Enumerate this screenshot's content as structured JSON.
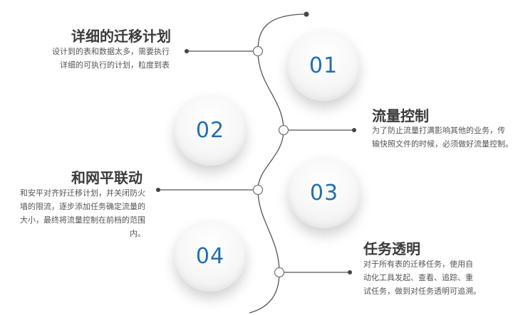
{
  "colors": {
    "accent": "#1f6fb4",
    "line": "#555555"
  },
  "steps": [
    {
      "number": "01",
      "title": "详细的迁移计划",
      "lines": [
        "设计到的表和数据太多，需要执行",
        "详细的可执行的计划，粒度到表"
      ]
    },
    {
      "number": "02",
      "title": "流量控制",
      "lines": [
        "为了防止流量打满影响其他的业务，传",
        "输快照文件的时候，必须做好流量控制。"
      ]
    },
    {
      "number": "03",
      "title": "和网平联动",
      "lines": [
        "和安平对齐好迁移计划，并关闭防火",
        "墙的限流，逐步添加任务确定流量的",
        "大小，最终将流量控制在前档的范围",
        "内。"
      ]
    },
    {
      "number": "04",
      "title": "任务透明",
      "lines": [
        "对于所有表的迁移任务，使用自",
        "动化工具发起、查看、追踪、重",
        "试任务，做到对任务透明可追溯。"
      ]
    }
  ]
}
